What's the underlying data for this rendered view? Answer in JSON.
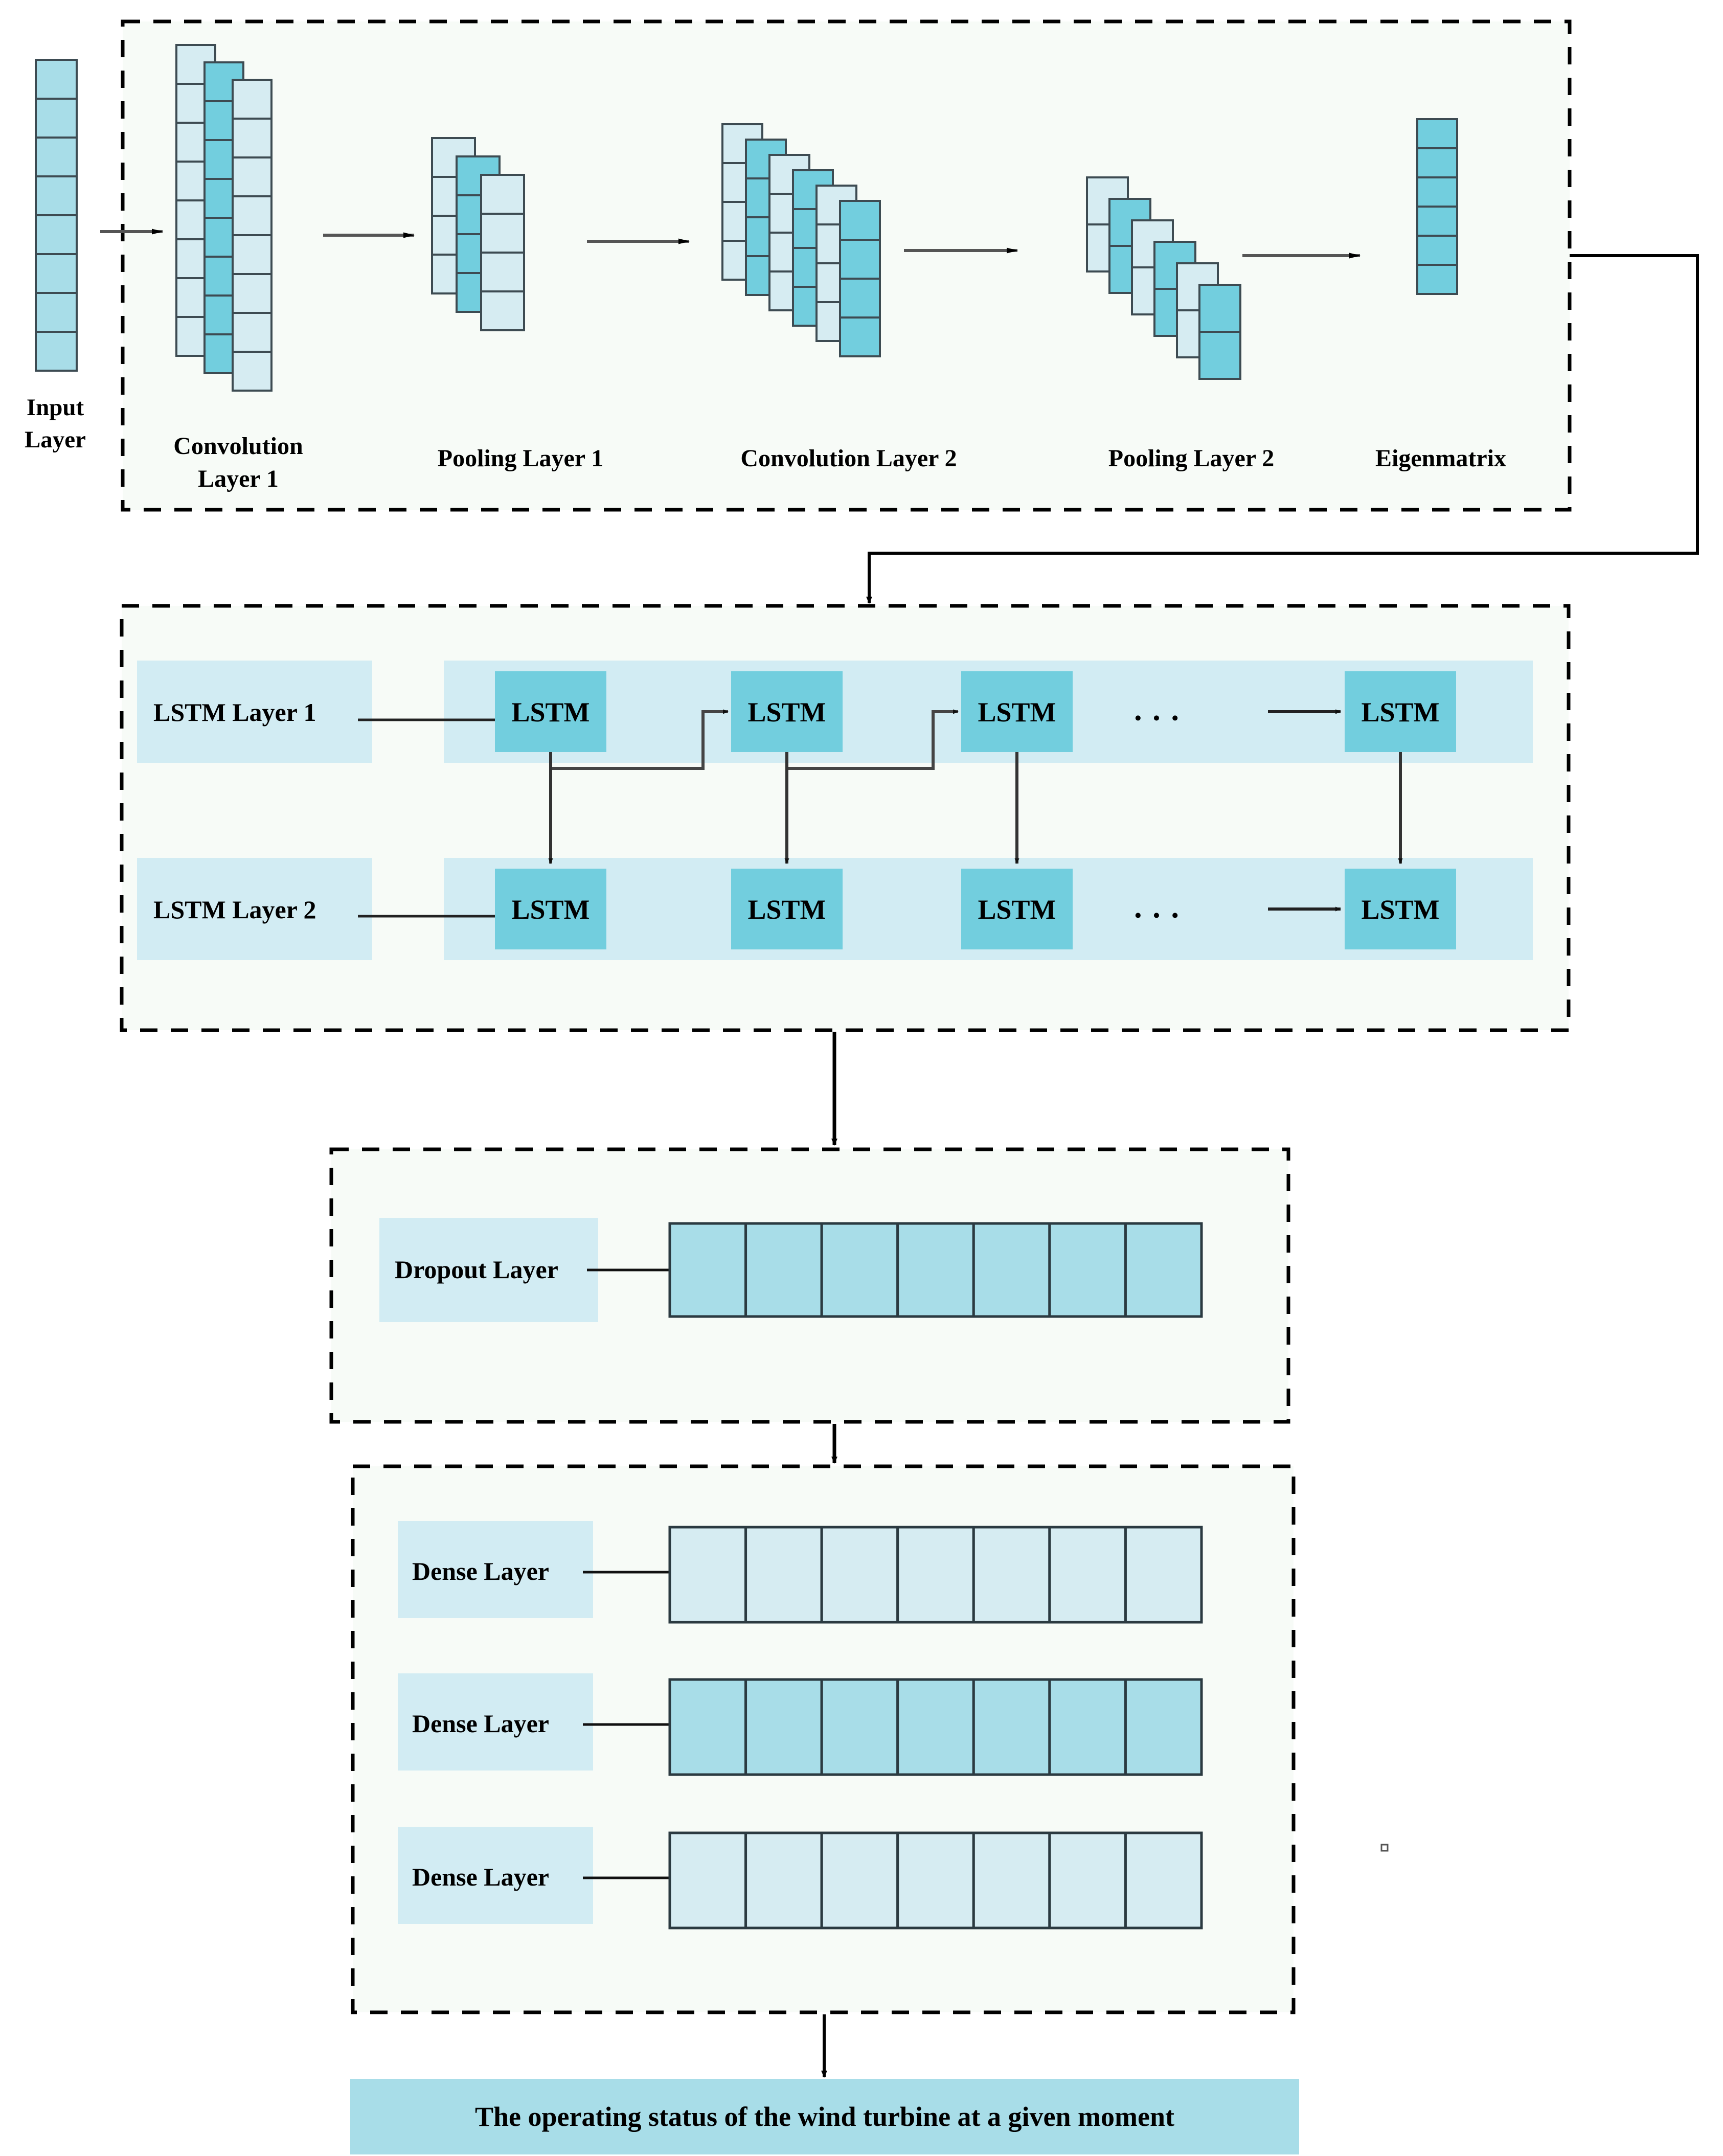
{
  "figure": {
    "title": "CNN-LSTM wind turbine operating status model architecture",
    "type": "neural-network-architecture-diagram"
  },
  "colors": {
    "cell_light": "#d6ecf2",
    "cell_mid": "#a8dde8",
    "cell_dark": "#72cede",
    "band_light": "#d2ecf3",
    "panel_bg": "#f7fbf7",
    "stroke": "#3d4b52",
    "dash": "#000000",
    "text": "#000000"
  },
  "cnn_block": {
    "stages": [
      {
        "id": "conv1",
        "label_lines": [
          "Convolution",
          "Layer 1"
        ],
        "columns": 3,
        "cells_per_column": 8
      },
      {
        "id": "pool1",
        "label_lines": [
          "Pooling Layer 1"
        ],
        "columns": 3,
        "cells_per_column": 4
      },
      {
        "id": "conv2",
        "label_lines": [
          "Convolution Layer 2"
        ],
        "columns": 6,
        "cells_per_column": 4
      },
      {
        "id": "pool2",
        "label_lines": [
          "Pooling Layer 2"
        ],
        "columns": 6,
        "cells_per_column": 2
      },
      {
        "id": "eigen",
        "label_lines": [
          "Eigenmatrix"
        ],
        "columns": 1,
        "cells_per_column": 6
      }
    ]
  },
  "input_layer": {
    "label_lines": [
      "Input",
      "Layer"
    ],
    "cells": 8
  },
  "lstm_block": {
    "rows": [
      {
        "label": "LSTM Layer 1",
        "cells": [
          {
            "label": "LSTM"
          },
          {
            "label": "LSTM"
          },
          {
            "label": "LSTM"
          },
          {
            "label": "LSTM"
          }
        ],
        "ellipsis": "· · ·"
      },
      {
        "label": "LSTM Layer 2",
        "cells": [
          {
            "label": "LSTM"
          },
          {
            "label": "LSTM"
          },
          {
            "label": "LSTM"
          },
          {
            "label": "LSTM"
          }
        ],
        "ellipsis": "· · ·"
      }
    ]
  },
  "dropout_block": {
    "label": "Dropout Layer",
    "cells": 7,
    "fill": "#a8dde8"
  },
  "dense_block": {
    "rows": [
      {
        "label": "Dense Layer",
        "cells": 7,
        "fill": "#d6ecf2"
      },
      {
        "label": "Dense Layer",
        "cells": 7,
        "fill": "#a8dde8"
      },
      {
        "label": "Dense Layer",
        "cells": 7,
        "fill": "#d6ecf2"
      }
    ]
  },
  "output_box": {
    "text": "The operating status of the wind turbine at a given moment",
    "fill": "#a8dde8"
  }
}
